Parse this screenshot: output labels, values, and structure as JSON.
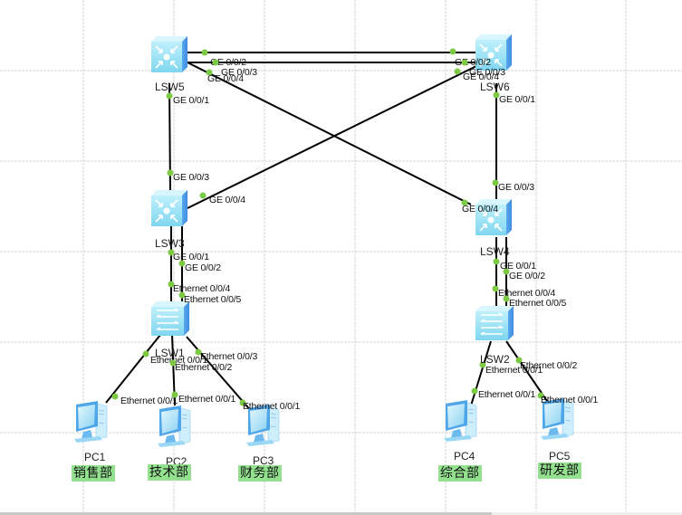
{
  "topology": {
    "devices": [
      {
        "id": "LSW5",
        "name": "LSW5",
        "type": "l3-switch"
      },
      {
        "id": "LSW6",
        "name": "LSW6",
        "type": "l3-switch"
      },
      {
        "id": "LSW3",
        "name": "LSW3",
        "type": "l3-switch"
      },
      {
        "id": "LSW4",
        "name": "LSW4",
        "type": "l3-switch"
      },
      {
        "id": "LSW1",
        "name": "LSW1",
        "type": "l2-switch"
      },
      {
        "id": "LSW2",
        "name": "LSW2",
        "type": "l2-switch"
      },
      {
        "id": "PC1",
        "name": "PC1",
        "type": "pc",
        "dept": "销售部"
      },
      {
        "id": "PC2",
        "name": "PC2",
        "type": "pc",
        "dept": "技术部"
      },
      {
        "id": "PC3",
        "name": "PC3",
        "type": "pc",
        "dept": "财务部"
      },
      {
        "id": "PC4",
        "name": "PC4",
        "type": "pc",
        "dept": "综合部"
      },
      {
        "id": "PC5",
        "name": "PC5",
        "type": "pc",
        "dept": "研发部"
      }
    ],
    "links": [
      {
        "a": "LSW5",
        "a_port": "GE 0/0/2",
        "b": "LSW6",
        "b_port": "GE 0/0/2"
      },
      {
        "a": "LSW5",
        "a_port": "GE 0/0/3",
        "b": "LSW6",
        "b_port": "GE 0/0/3"
      },
      {
        "a": "LSW5",
        "a_port": "GE 0/0/4",
        "b": "LSW4",
        "b_port": "GE 0/0/4"
      },
      {
        "a": "LSW6",
        "a_port": "GE 0/0/4",
        "b": "LSW3",
        "b_port": "GE 0/0/4"
      },
      {
        "a": "LSW5",
        "a_port": "GE 0/0/1",
        "b": "LSW3",
        "b_port": "GE 0/0/3"
      },
      {
        "a": "LSW6",
        "a_port": "GE 0/0/1",
        "b": "LSW4",
        "b_port": "GE 0/0/3"
      },
      {
        "a": "LSW3",
        "a_port": "GE 0/0/1",
        "b": "LSW1",
        "b_port": "Ethernet 0/0/4"
      },
      {
        "a": "LSW3",
        "a_port": "GE 0/0/2",
        "b": "LSW1",
        "b_port": "Ethernet 0/0/5"
      },
      {
        "a": "LSW4",
        "a_port": "GE 0/0/1",
        "b": "LSW2",
        "b_port": "Ethernet 0/0/4"
      },
      {
        "a": "LSW4",
        "a_port": "GE 0/0/2",
        "b": "LSW2",
        "b_port": "Ethernet 0/0/5"
      },
      {
        "a": "LSW1",
        "a_port": "Ethernet 0/0/1",
        "b": "PC1",
        "b_port": "Ethernet 0/0/1"
      },
      {
        "a": "LSW1",
        "a_port": "Ethernet 0/0/2",
        "b": "PC2",
        "b_port": "Ethernet 0/0/1"
      },
      {
        "a": "LSW1",
        "a_port": "Ethernet 0/0/3",
        "b": "PC3",
        "b_port": "Ethernet 0/0/1"
      },
      {
        "a": "LSW2",
        "a_port": "Ethernet 0/0/1",
        "b": "PC4",
        "b_port": "Ethernet 0/0/1"
      },
      {
        "a": "LSW2",
        "a_port": "Ethernet 0/0/2",
        "b": "PC5",
        "b_port": "Ethernet 0/0/1"
      }
    ]
  },
  "colors": {
    "link": "#000000",
    "port_dot": "#7cc943",
    "dept_bg": "#93e18f",
    "grid": "#d4d4d4"
  }
}
